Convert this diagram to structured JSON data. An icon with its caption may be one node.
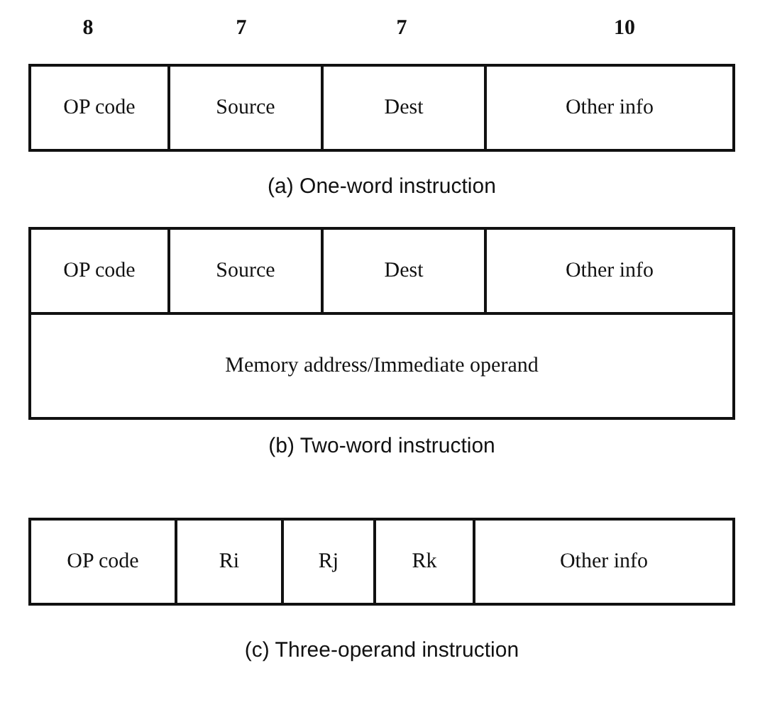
{
  "diagram": {
    "nodes": [
      {
        "text": [
          "OP code"
        ]
      },
      {
        "text": [
          "Source"
        ]
      },
      {
        "text": [
          "Dest"
        ]
      },
      {
        "text": [
          "Other info"
        ]
      },
      {
        "text": [
          "OP code"
        ]
      },
      {
        "text": [
          "Source"
        ]
      },
      {
        "text": [
          "Dest"
        ]
      },
      {
        "text": [
          "Other info"
        ]
      },
      {
        "text": [
          "Memory address/Immediate operand"
        ]
      },
      {
        "text": [
          "OP code"
        ]
      },
      {
        "text": [
          "Ri"
        ]
      },
      {
        "text": [
          "Rj"
        ]
      },
      {
        "text": [
          "Rk"
        ]
      },
      {
        "text": [
          "Other info"
        ]
      }
    ],
    "labels": [
      "8",
      "7",
      "7",
      "10",
      "(a) One-word instruction",
      "(b) Two-word instruction",
      "(c) Three-operand instruction"
    ]
  }
}
